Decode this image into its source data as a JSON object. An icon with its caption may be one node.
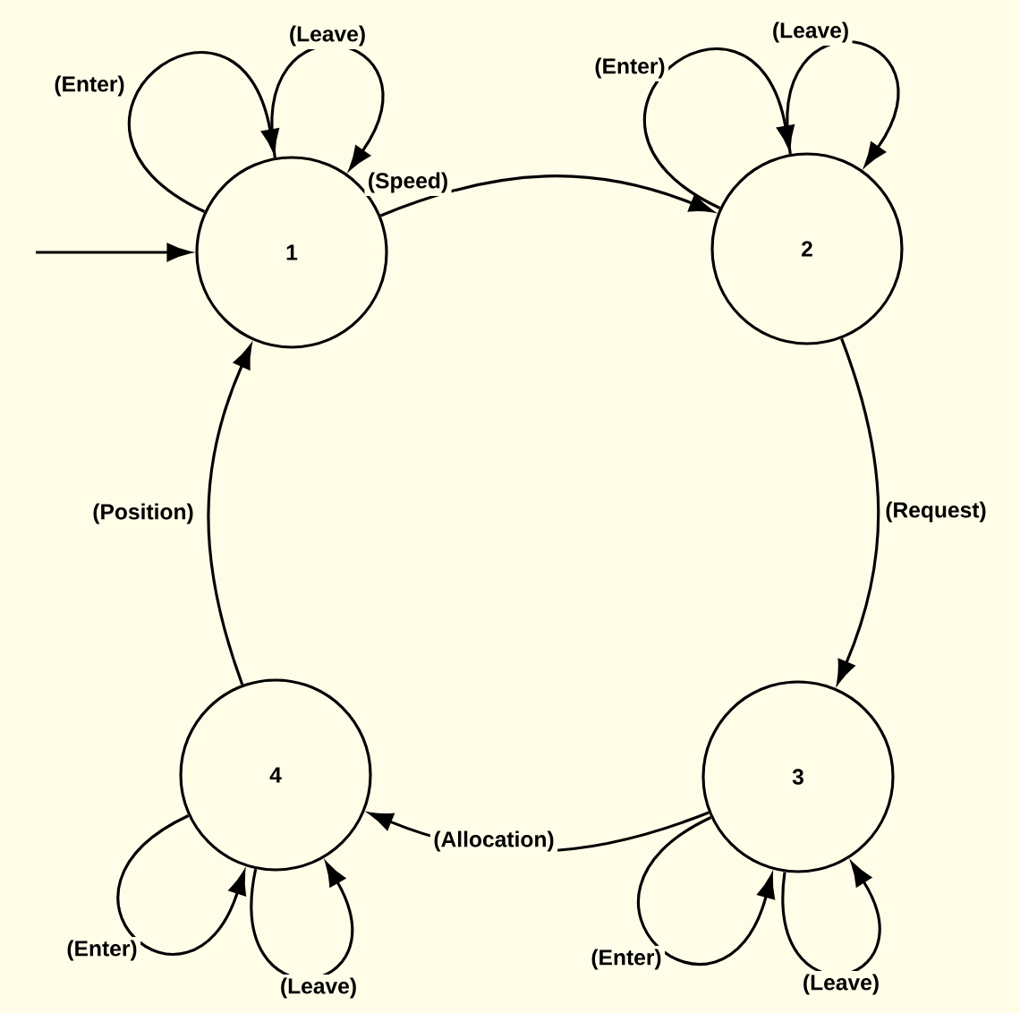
{
  "diagram": {
    "nodes": [
      {
        "text": [
          "1"
        ]
      },
      {
        "text": [
          "2"
        ]
      },
      {
        "text": [
          "3"
        ]
      },
      {
        "text": [
          "4"
        ]
      }
    ],
    "edges": [
      {
        "from": null,
        "to": 0,
        "arrow": "to"
      },
      {
        "from": 0,
        "to": 1,
        "arrow": "to",
        "label": "(Speed)"
      },
      {
        "from": 1,
        "to": 2,
        "arrow": "to",
        "label": "(Request)"
      },
      {
        "from": 2,
        "to": 3,
        "arrow": "to",
        "label": "(Allocation)"
      },
      {
        "from": 3,
        "to": 0,
        "arrow": "to",
        "label": "(Position)"
      },
      {
        "from": 0,
        "to": 0,
        "arrow": "to",
        "label": "(Enter)"
      },
      {
        "from": 0,
        "to": 0,
        "arrow": "to",
        "label": "(Leave)"
      },
      {
        "from": 1,
        "to": 1,
        "arrow": "to",
        "label": "(Enter)"
      },
      {
        "from": 1,
        "to": 1,
        "arrow": "to",
        "label": "(Leave)"
      },
      {
        "from": 2,
        "to": 2,
        "arrow": "to",
        "label": "(Enter)"
      },
      {
        "from": 2,
        "to": 2,
        "arrow": "to",
        "label": "(Leave)"
      },
      {
        "from": 3,
        "to": 3,
        "arrow": "to",
        "label": "(Enter)"
      },
      {
        "from": 3,
        "to": 3,
        "arrow": "to",
        "label": "(Leave)"
      }
    ]
  }
}
